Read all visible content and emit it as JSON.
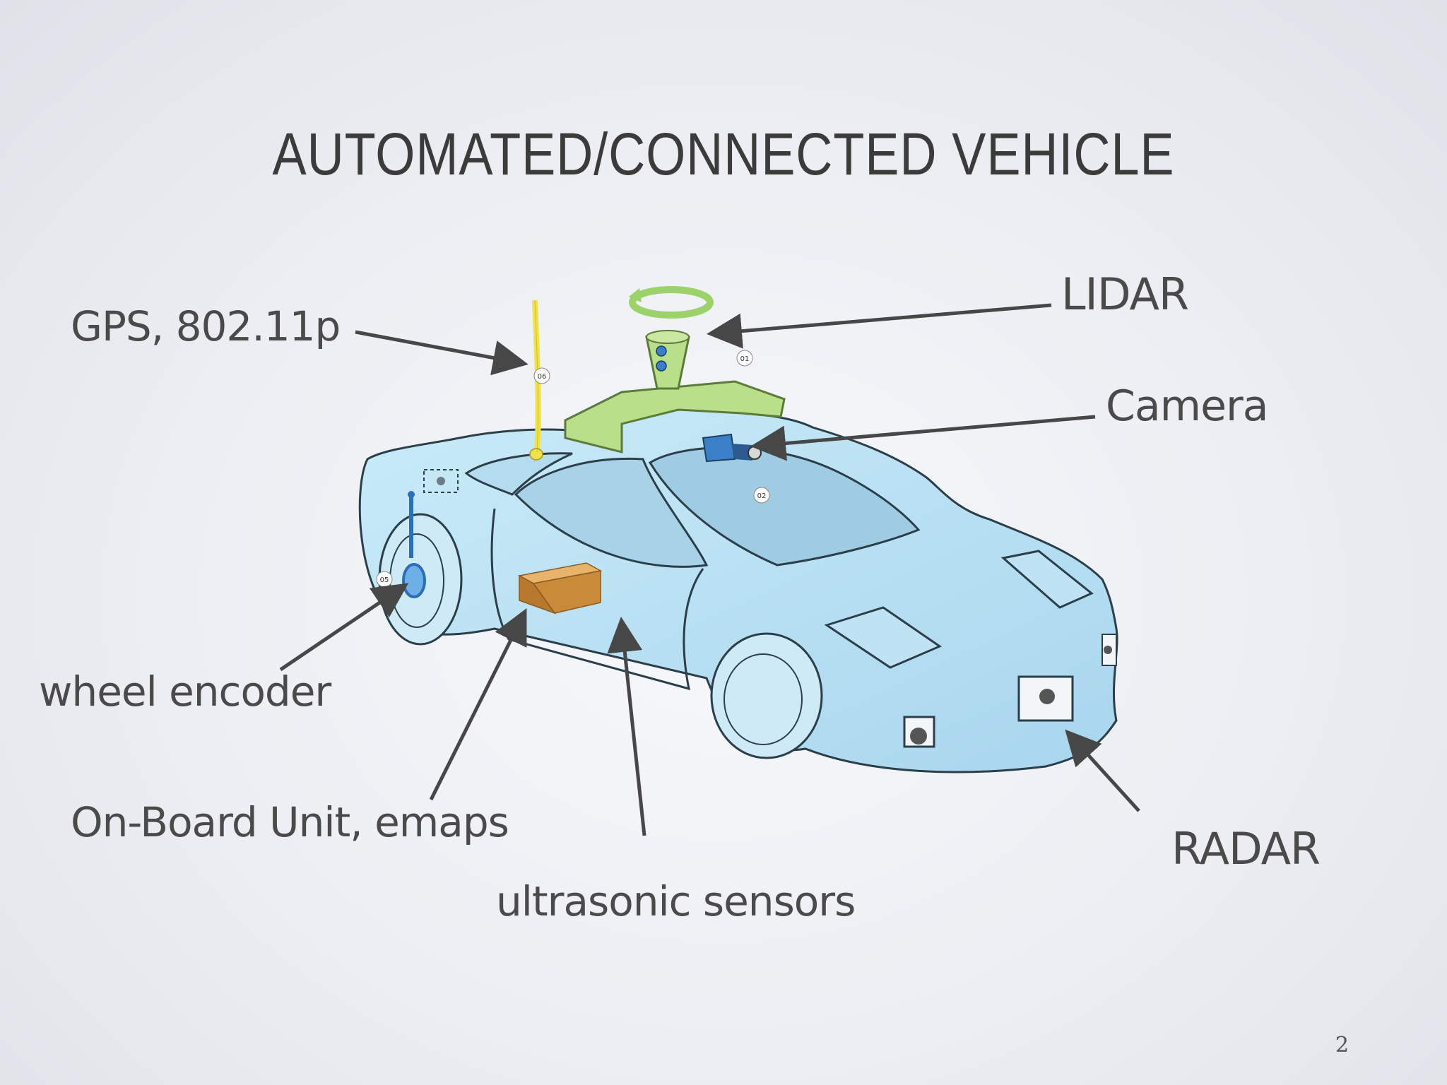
{
  "slide": {
    "title": "AUTOMATED/CONNECTED VEHICLE",
    "page_number": "2"
  },
  "labels": {
    "gps": "GPS, 802.11p",
    "lidar": "LIDAR",
    "camera": "Camera",
    "wheel_encoder": "wheel encoder",
    "obu": "On-Board Unit, emaps",
    "ultrasonic": "ultrasonic sensors",
    "radar": "RADAR"
  },
  "markers": {
    "m01": "01",
    "m02": "02",
    "m05": "05",
    "m06": "06"
  },
  "colors": {
    "car_body": "#bfe3f4",
    "car_outline": "#2b3e4a",
    "roof_rack": "#b9df8a",
    "antenna": "#f2e24a",
    "obu_box": "#d99a48",
    "camera": "#3a7fc8",
    "arrow": "#474747"
  }
}
